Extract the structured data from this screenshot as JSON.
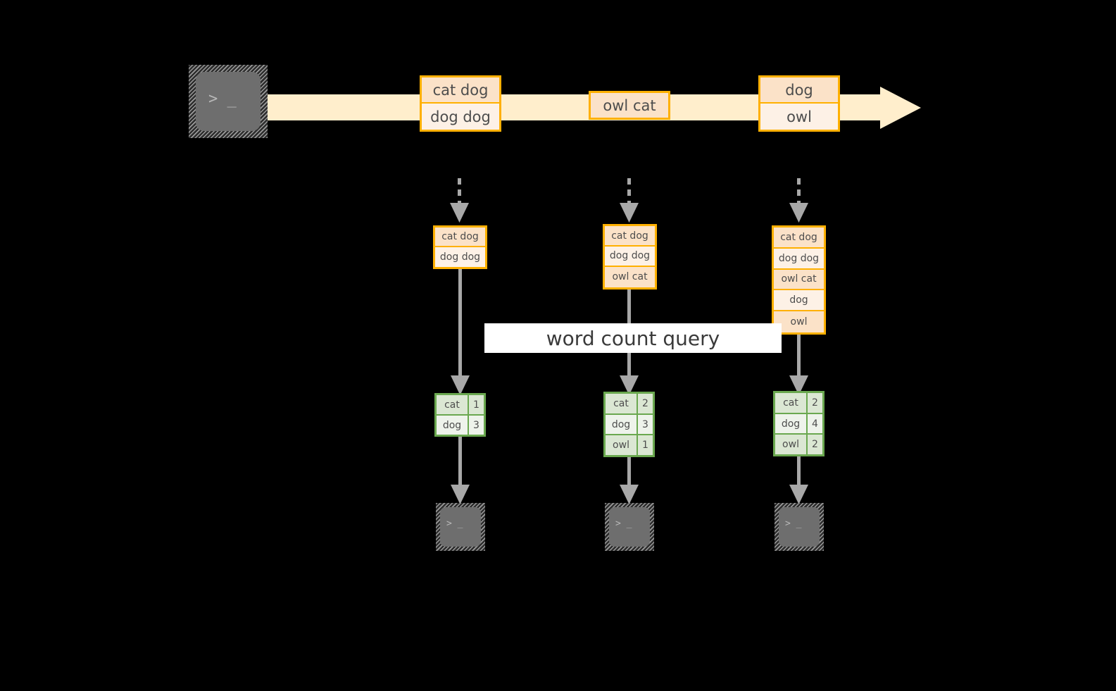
{
  "diagram": {
    "title_label": "word count query",
    "colors": {
      "stream_fill": "#ffeecc",
      "record_border": "#ffb000",
      "record_fill_dark": "#fbe2c8",
      "record_fill_light": "#fdf1e6",
      "table_border": "#6aa84f",
      "table_fill_dark": "#dbe7d3",
      "table_fill_light": "#eef3eb",
      "arrow_gray": "#a8a8a8",
      "terminal_gray": "#6e6e6e",
      "background": "#000000"
    },
    "terminals": {
      "producer": {
        "name": "producer-terminal",
        "prompt": "> _"
      },
      "consumers": [
        {
          "name": "consumer-terminal-1",
          "prompt": "> _"
        },
        {
          "name": "consumer-terminal-2",
          "prompt": "> _"
        },
        {
          "name": "consumer-terminal-3",
          "prompt": "> _"
        }
      ]
    },
    "stream": {
      "name": "event-stream-arrow",
      "groups": [
        {
          "name": "stream-group-1",
          "records": [
            "cat dog",
            "dog dog"
          ]
        },
        {
          "name": "stream-group-2",
          "records": [
            "owl cat"
          ]
        },
        {
          "name": "stream-group-3",
          "records": [
            "dog",
            "owl"
          ]
        }
      ]
    },
    "snapshots": [
      {
        "name": "snapshot-1",
        "records": [
          "cat dog",
          "dog dog"
        ]
      },
      {
        "name": "snapshot-2",
        "records": [
          "cat dog",
          "dog dog",
          "owl cat"
        ]
      },
      {
        "name": "snapshot-3",
        "records": [
          "cat dog",
          "dog dog",
          "owl cat",
          "dog",
          "owl"
        ]
      }
    ],
    "results": [
      {
        "name": "result-table-1",
        "rows": [
          {
            "word": "cat",
            "count": "1"
          },
          {
            "word": "dog",
            "count": "3"
          }
        ]
      },
      {
        "name": "result-table-2",
        "rows": [
          {
            "word": "cat",
            "count": "2"
          },
          {
            "word": "dog",
            "count": "3"
          },
          {
            "word": "owl",
            "count": "1"
          }
        ]
      },
      {
        "name": "result-table-3",
        "rows": [
          {
            "word": "cat",
            "count": "2"
          },
          {
            "word": "dog",
            "count": "4"
          },
          {
            "word": "owl",
            "count": "2"
          }
        ]
      }
    ]
  }
}
